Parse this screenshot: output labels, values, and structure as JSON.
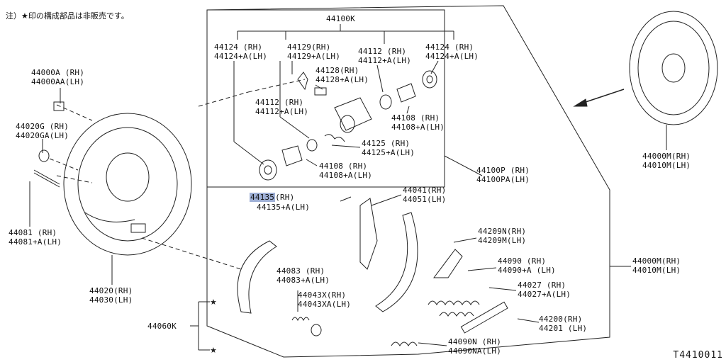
{
  "note": "注）★印の構成部品は非販売です。",
  "figure_code": "T4410011",
  "labels": {
    "l44100K": "44100K",
    "l44124a": "44124 (RH)\n44124+A(LH)",
    "l44129": "44129(RH)\n44129+A(LH)",
    "l44112a": "44112 (RH)\n44112+A(LH)",
    "l44124b": "44124 (RH)\n44124+A(LH)",
    "l44128": "44128(RH)\n44128+A(LH)",
    "l44112b": "44112 (RH)\n44112+A(LH)",
    "l44108a": "44108 (RH)\n44108+A(LH)",
    "l44125": "44125 (RH)\n44125+A(LH)",
    "l44108b": "44108 (RH)\n44108+A(LH)",
    "l44100P": "44100P (RH)\n44100PA(LH)",
    "l44000A": "44000A (RH)\n44000AA(LH)",
    "l44020G": "44020G (RH)\n44020GA(LH)",
    "l44081": "44081 (RH)\n44081+A(LH)",
    "l44020": "44020(RH)\n44030(LH)",
    "l44060K": "44060K",
    "l44135_hl": "44135",
    "l44135_rest": "(RH)",
    "l44135_lh": "44135+A(LH)",
    "l44041": "44041(RH)\n44051(LH)",
    "l44083": "44083 (RH)\n44083+A(LH)",
    "l44043": "44043X(RH)\n44043XA(LH)",
    "l44209": "44209N(RH)\n44209M(LH)",
    "l44090": "44090 (RH)\n44090+A (LH)",
    "l44027": "44027 (RH)\n44027+A(LH)",
    "l44200": "44200(RH)\n44201 (LH)",
    "l44090N": "44090N (RH)\n44090NA(LH)",
    "l44000Ma": "44000M(RH)\n44010M(LH)",
    "l44000Mb": "44000M(RH)\n44010M(LH)"
  }
}
